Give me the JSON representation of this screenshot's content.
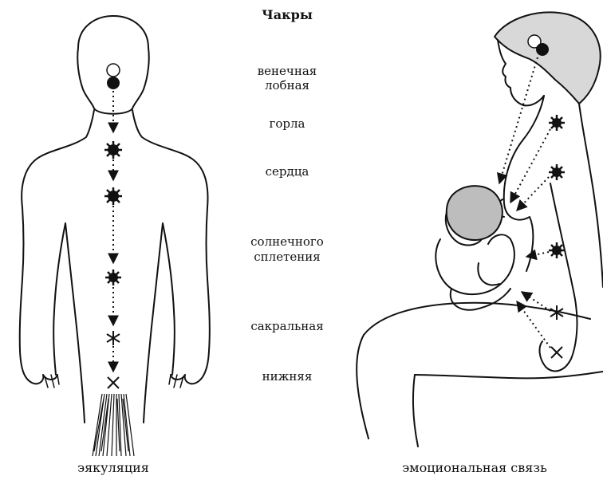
{
  "title": "Чакры",
  "chakras": [
    "венечная",
    "лобная",
    "горла",
    "сердца",
    "солнечного",
    "сплетения",
    "сакральная",
    "нижняя"
  ],
  "captions": {
    "left": "эякуляция",
    "right": "эмоциональная связь"
  }
}
